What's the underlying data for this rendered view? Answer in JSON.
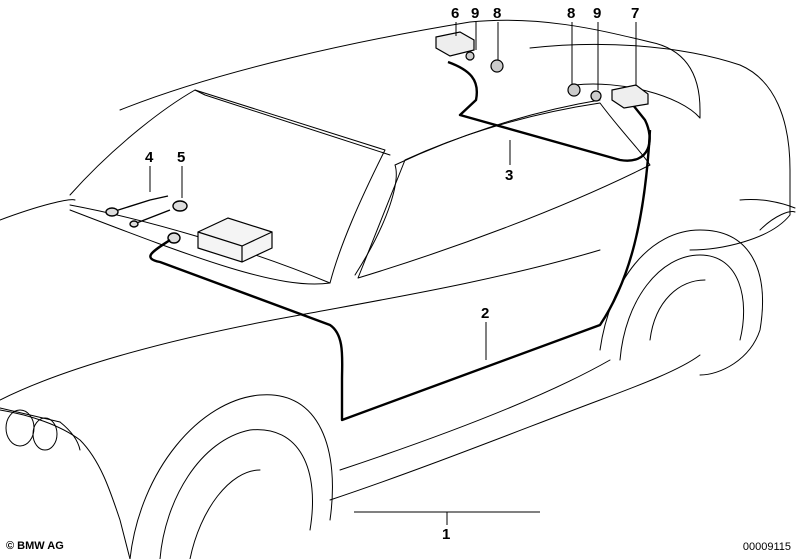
{
  "diagram": {
    "callouts": {
      "part_1": "1",
      "part_2": "2",
      "part_3": "3",
      "part_4": "4",
      "part_5": "5",
      "part_6": "6",
      "part_7": "7",
      "part_8_left": "8",
      "part_8_right": "8",
      "part_9_left": "9",
      "part_9_right": "9"
    },
    "colors": {
      "line": "#000000",
      "background": "#ffffff"
    }
  },
  "footer": {
    "copyright": "© BMW AG",
    "diagram_id": "00009115"
  }
}
